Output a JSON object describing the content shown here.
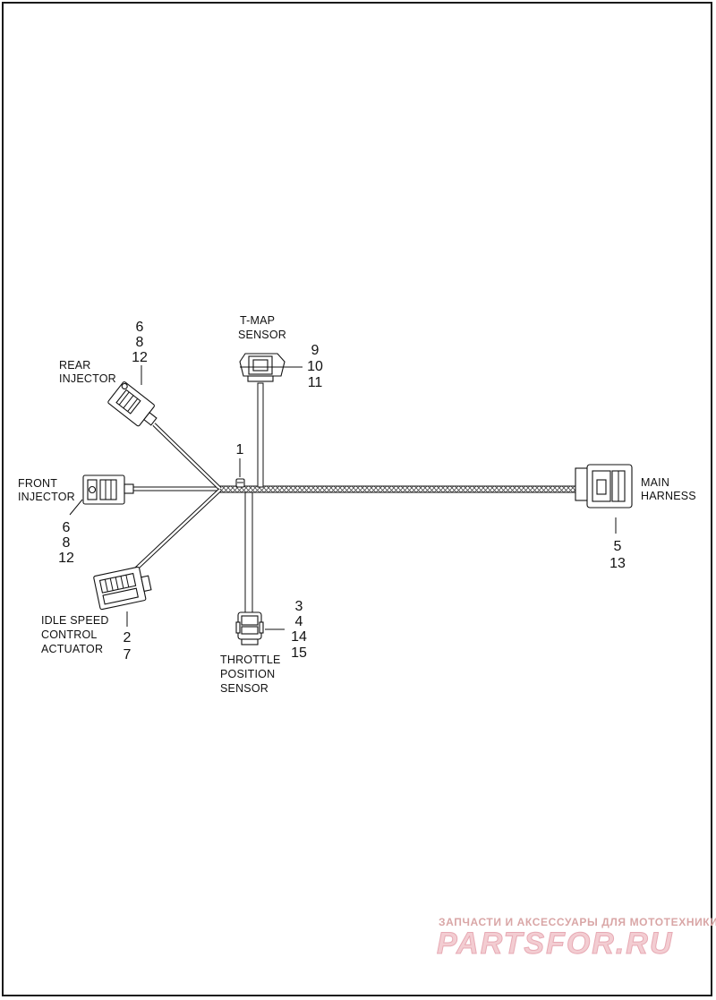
{
  "labels": {
    "rear_injector": [
      "REAR",
      "INJECTOR"
    ],
    "tmap_sensor": [
      "T-MAP",
      "SENSOR"
    ],
    "front_injector": [
      "FRONT",
      "INJECTOR"
    ],
    "main_harness": [
      "MAIN",
      "HARNESS"
    ],
    "idle_speed_control_actuator": [
      "IDLE SPEED",
      "CONTROL",
      "ACTUATOR"
    ],
    "throttle_position_sensor": [
      "THROTTLE",
      "POSITION",
      "SENSOR"
    ]
  },
  "callouts": {
    "rear_injector": [
      "6",
      "8",
      "12"
    ],
    "tmap_sensor": [
      "9",
      "10",
      "11"
    ],
    "junction": [
      "1"
    ],
    "front_injector": [
      "6",
      "8",
      "12"
    ],
    "main_harness": [
      "5",
      "13"
    ],
    "idle_speed_control_actuator": [
      "2",
      "7"
    ],
    "throttle_position_sensor": [
      "3",
      "4",
      "14",
      "15"
    ]
  },
  "watermark": {
    "tagline": "ЗАПЧАСТИ И АКСЕССУАРЫ ДЛЯ МОТОТЕХНИКИ",
    "logo": "PARTSFOR.RU"
  },
  "colors": {
    "line": "#111111",
    "watermark_text": "#d9a6a6",
    "watermark_logo": "#f3cdd2"
  }
}
